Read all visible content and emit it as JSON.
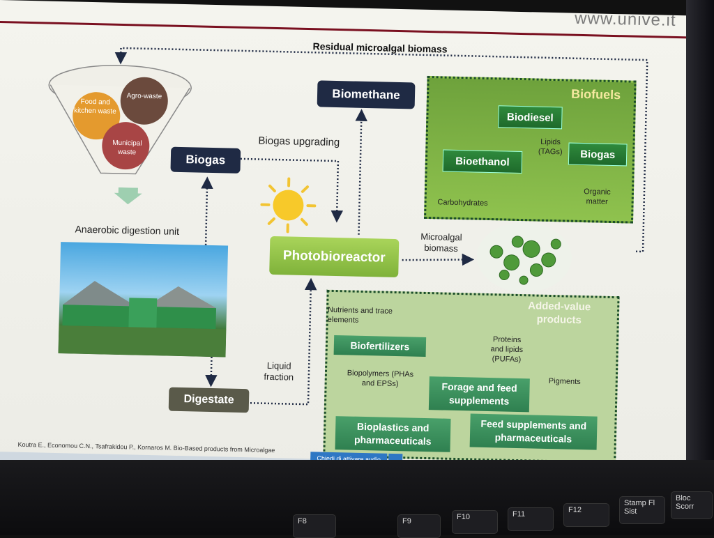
{
  "brand": "www.unive.it",
  "top_flow_label": "Residual microalgal biomass",
  "funnel": {
    "food": "Food and kitchen waste",
    "agro": "Agro-waste",
    "municipal": "Municipal waste"
  },
  "anaerobic_label": "Anaerobic digestion unit",
  "biogas_box": "Biogas",
  "biogas_upgrading": "Biogas upgrading",
  "biomethane_box": "Biomethane",
  "photobioreactor": "Photobioreactor",
  "microalgal_biomass": "Microalgal biomass",
  "digestate_box": "Digestate",
  "liquid_fraction": "Liquid fraction",
  "biofuels": {
    "title": "Biofuels",
    "biodiesel": "Biodiesel",
    "bioethanol": "Bioethanol",
    "biogas": "Biogas",
    "lipids": "Lipids (TAGs)",
    "carbohydrates": "Carbohydrates",
    "organic": "Organic matter"
  },
  "added_value": {
    "title": "Added-value products",
    "nutrients": "Nutrients and trace elements",
    "biofertilizers": "Biofertilizers",
    "proteins": "Proteins and lipids (PUFAs)",
    "forage": "Forage and feed supplements",
    "biopolymers": "Biopolymers (PHAs and EPSs)",
    "pigments": "Pigments",
    "bioplastics": "Bioplastics and pharmaceuticals",
    "feed_supp": "Feed supplements and pharmaceuticals"
  },
  "credit": "Koutra E., Economou C.N., Tsafrakidou P., Kornaros M. Bio-Based products from Microalgae",
  "taskbar": {
    "ask": "Chiedi di attivare audio",
    "more": "···"
  },
  "keys": [
    "F8",
    "F9",
    "F10",
    "F11",
    "F12",
    "Stamp Fl Sist",
    "Bloc Scorr"
  ],
  "colors": {
    "navy": "#1f2a44",
    "biofuel_panel": "#7fb04a",
    "added_panel": "#b9d39a",
    "photobioreactor": "#8dc24a",
    "digestate": "#5a5a4a",
    "header_line": "#7a1020"
  }
}
